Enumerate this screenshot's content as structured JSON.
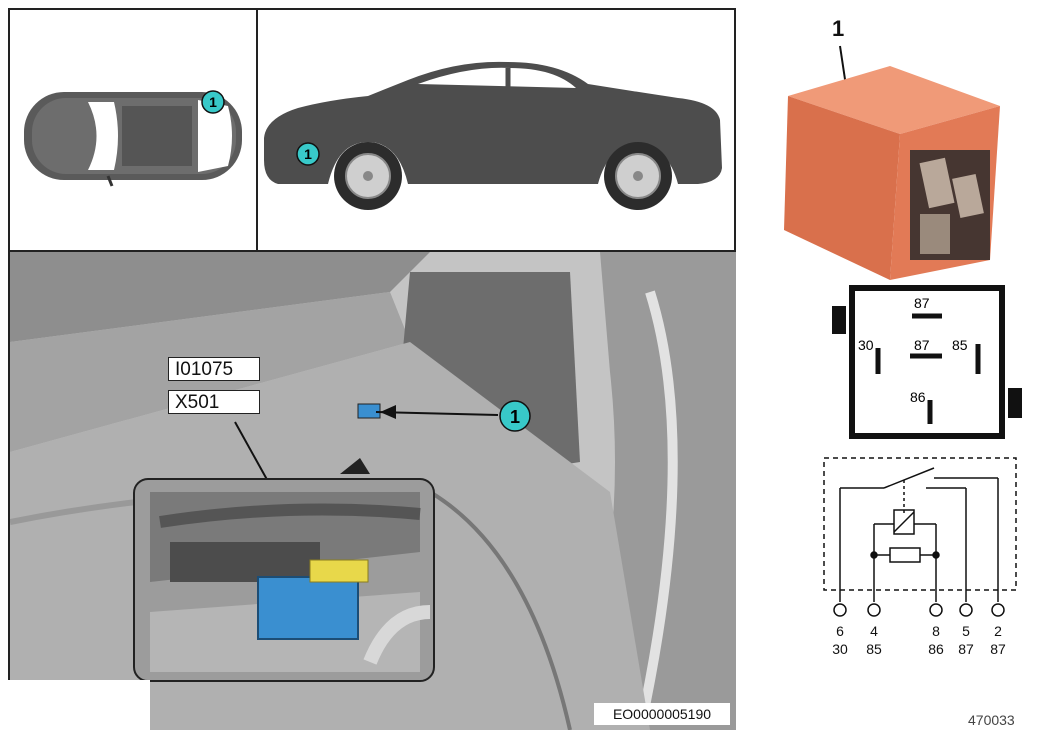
{
  "main_figure": {
    "callouts": [
      "1",
      "1",
      "1"
    ],
    "connector_labels": {
      "part_id": "I01075",
      "connector_id": "X501"
    },
    "reference_code": "EO0000005190"
  },
  "relay": {
    "item_number": "1",
    "pinout_labels": {
      "top": "87",
      "left": "30",
      "center": "87",
      "right": "85",
      "bottom": "86"
    },
    "schematic_pins": [
      {
        "number": "6",
        "terminal": "30"
      },
      {
        "number": "4",
        "terminal": "85"
      },
      {
        "number": "8",
        "terminal": "86"
      },
      {
        "number": "5",
        "terminal": "87"
      },
      {
        "number": "2",
        "terminal": "87"
      }
    ]
  },
  "footer": {
    "page_number": "470033"
  },
  "colors": {
    "callout": "#38c9c9",
    "relay_body": "#e27a56",
    "connector_blue": "#3a8fd0",
    "connector_yellow": "#e8d84a"
  }
}
